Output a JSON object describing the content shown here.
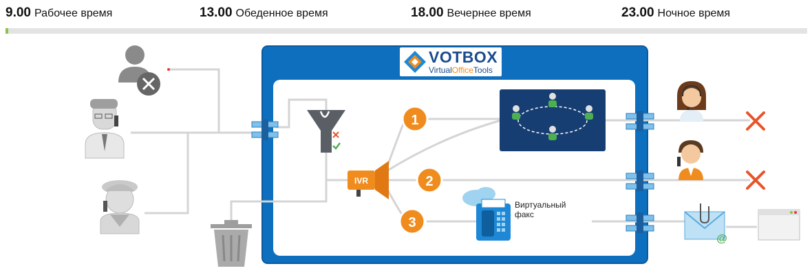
{
  "timeline": {
    "slots": [
      {
        "time": "9.00",
        "label": "Рабочее время"
      },
      {
        "time": "13.00",
        "label": "Обеденное время"
      },
      {
        "time": "18.00",
        "label": "Вечернее время"
      },
      {
        "time": "23.00",
        "label": "Ночное время"
      }
    ]
  },
  "logo": {
    "title": "VOTBOX",
    "sub_part1": "Virtual",
    "sub_part2": "Office",
    "sub_part3": "Tools"
  },
  "ivr": {
    "label": "IVR",
    "options": [
      "1",
      "2",
      "3"
    ]
  },
  "fax": {
    "line1": "Виртуальный",
    "line2": "факс"
  },
  "colors": {
    "box_blue": "#0d6fbd",
    "box_border": "#0a5aa0",
    "orange": "#f08c1e",
    "grey_line": "#d4d4d4",
    "red_x": "#e8542a",
    "conference_bg": "#163e72"
  },
  "icons": [
    "blocked-caller-icon",
    "caller-phone-icon",
    "caller-woman-icon",
    "filter-funnel-icon",
    "megaphone-icon",
    "conference-icon",
    "operator-woman-icon",
    "operator-man-icon",
    "fax-machine-icon",
    "cloud-icon",
    "email-envelope-icon",
    "browser-window-icon",
    "trash-bin-icon",
    "reject-x-icon"
  ]
}
